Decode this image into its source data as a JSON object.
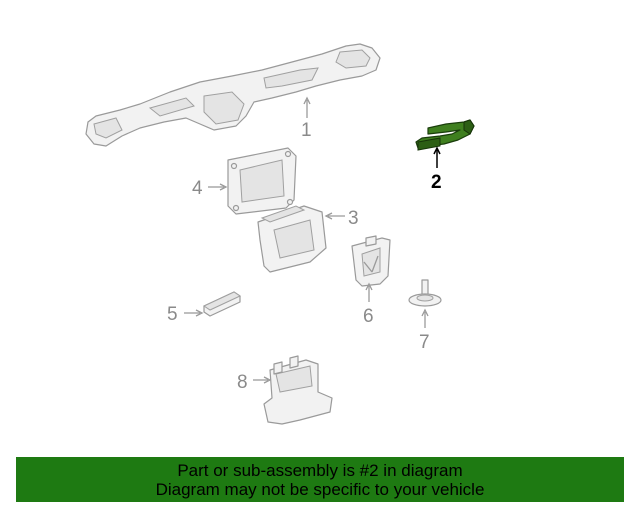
{
  "callouts": {
    "c1": "1",
    "c2": "2",
    "c3": "3",
    "c4": "4",
    "c5": "5",
    "c6": "6",
    "c7": "7",
    "c8": "8"
  },
  "banner": {
    "line1": "Part or sub-assembly is #2 in diagram",
    "line2": "Diagram may not be specific to your vehicle"
  },
  "colors": {
    "banner_bg": "#1e7a12",
    "highlight_part": "#3f7f1f",
    "line_gray": "#9a9a9a"
  }
}
